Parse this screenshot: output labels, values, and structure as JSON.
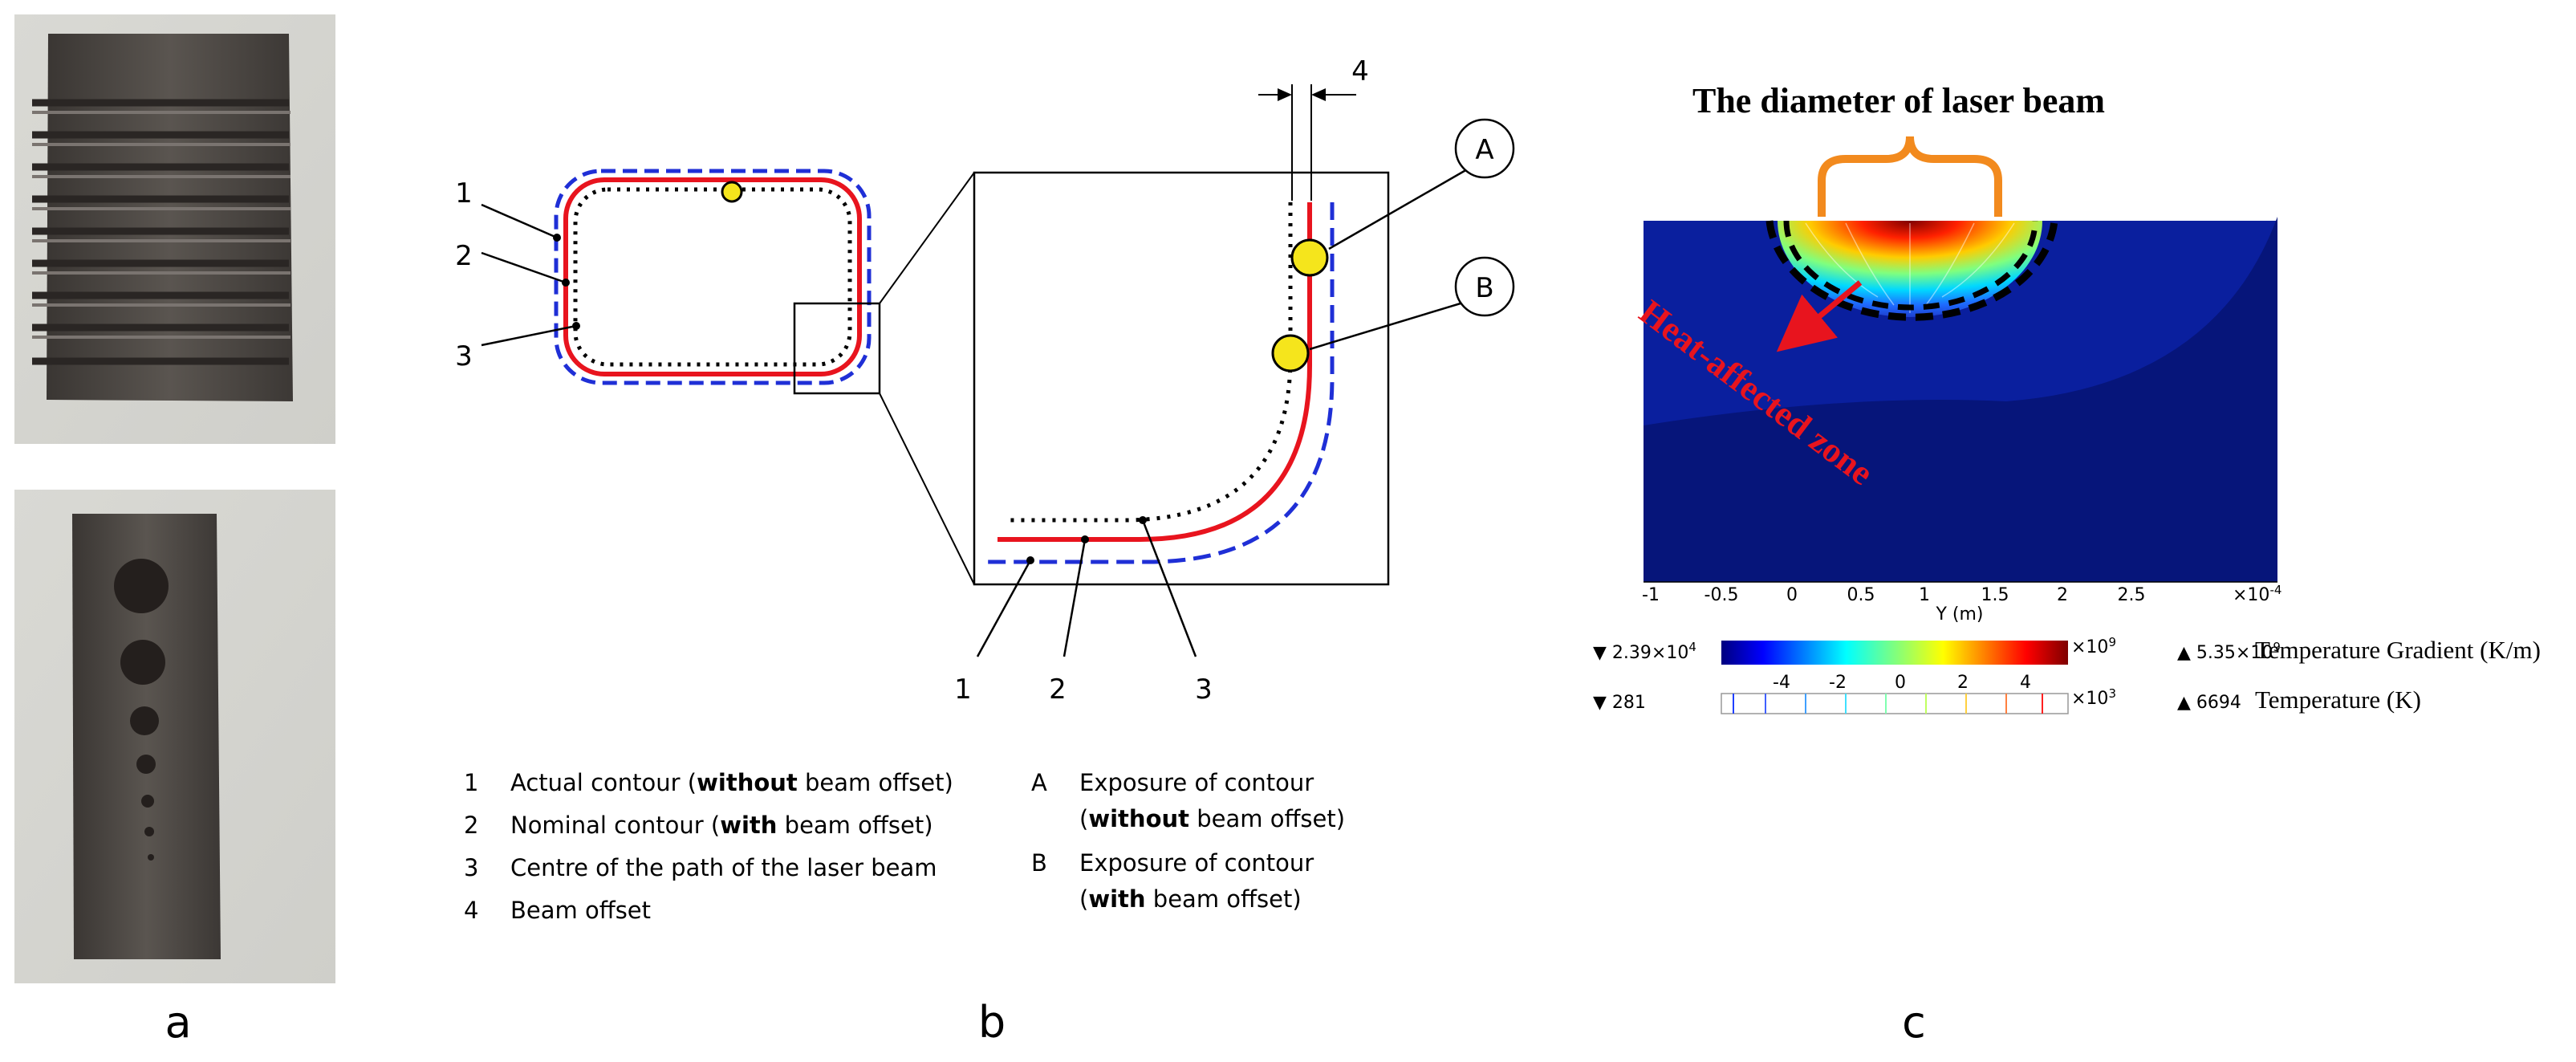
{
  "panel_labels": {
    "a": "a",
    "b": "b",
    "c": "c"
  },
  "panel_b": {
    "callouts": {
      "left_1": "1",
      "left_2": "2",
      "left_3": "3",
      "top_4": "4",
      "circ_A": "A",
      "circ_B": "B",
      "bottom_1": "1",
      "bottom_2": "2",
      "bottom_3": "3"
    },
    "legend": [
      {
        "num": "1",
        "pre": "Actual contour (",
        "bold": "without",
        "post": " beam offset)"
      },
      {
        "num": "2",
        "pre": "Nominal contour (",
        "bold": "with",
        "post": " beam offset)"
      },
      {
        "num": "3",
        "pre": "Centre of the path of the laser beam",
        "bold": "",
        "post": ""
      },
      {
        "num": "4",
        "pre": "Beam offset",
        "bold": "",
        "post": ""
      }
    ],
    "legend_right": [
      {
        "letter": "A",
        "line1": "Exposure of contour",
        "pre": "(",
        "bold": "without",
        "post": " beam offset)"
      },
      {
        "letter": "B",
        "line1": "Exposure of contour",
        "pre": "(",
        "bold": "with",
        "post": " beam offset)"
      }
    ],
    "colors": {
      "actual": "#e8141e",
      "nominal": "#1f2fd6",
      "beam": "#f5e51c",
      "path": "#000000"
    }
  },
  "panel_c": {
    "title": "The diameter of laser beam",
    "annotation": "Heat-affected zone",
    "x_axis": {
      "ticks": [
        "-1",
        "-0.5",
        "0",
        "0.5",
        "1",
        "1.5",
        "2",
        "2.5"
      ],
      "multiplier": "×10",
      "multiplier_exp": "-4",
      "label": "Y (m)"
    },
    "gradient_bar": {
      "min": "▼ 2.39×10",
      "min_exp": "4",
      "unit_mult": "×10",
      "unit_exp": "9",
      "max": "▲ 5.35×10",
      "max_exp": "9",
      "label": "Temperature Gradient (K/m)"
    },
    "temperature_bar": {
      "min": "▼ 281",
      "ticks": [
        "-4",
        "-2",
        "0",
        "2",
        "4"
      ],
      "unit_mult": "×10",
      "unit_exp": "3",
      "max": "▲ 6694",
      "label": "Temperature (K)"
    },
    "colors": {
      "field": "#0a1f9e",
      "field_dark": "#06157a",
      "brace": "#f28a1e",
      "arrow": "#e8141e"
    }
  }
}
